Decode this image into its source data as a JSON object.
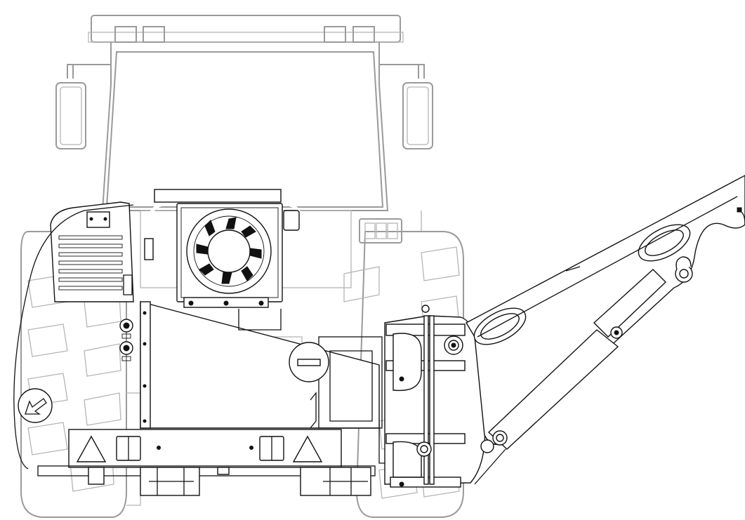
{
  "drawing": {
    "view": "rear",
    "line_color": "#111111",
    "ghost_line_color": "#9a9a9a",
    "background": "#ffffff",
    "components": [
      "tractor-cab-outline",
      "mirror-left",
      "mirror-right",
      "rear-wheel-left",
      "rear-wheel-right",
      "oil-cooler-fan",
      "hydraulic-hose",
      "left-side-panel",
      "arrow-sticker",
      "rear-bumper",
      "warning-triangle-left",
      "warning-triangle-right",
      "swing-bracket",
      "boom-arm",
      "hydraulic-cylinder"
    ]
  }
}
